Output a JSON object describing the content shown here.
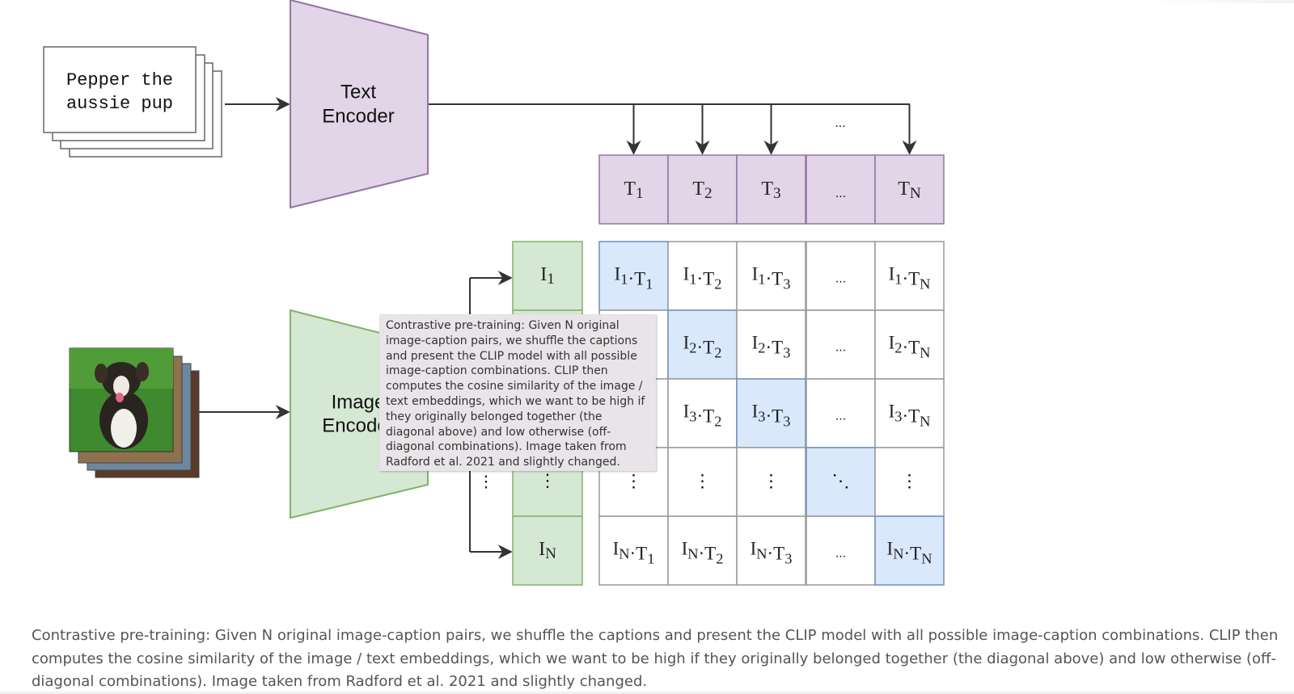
{
  "caption_text_stack": [
    "Pepper the",
    "aussie pup"
  ],
  "text_encoder_label": [
    "Text",
    "Encoder"
  ],
  "image_encoder_label": [
    "Image",
    "Encoder"
  ],
  "text_ellipsis": "...",
  "text_tokens": [
    {
      "base": "T",
      "sub": "1"
    },
    {
      "base": "T",
      "sub": "2"
    },
    {
      "base": "T",
      "sub": "3"
    },
    {
      "base": "...",
      "sub": ""
    },
    {
      "base": "T",
      "sub": "N"
    }
  ],
  "image_tokens": [
    {
      "base": "I",
      "sub": "1"
    },
    {
      "base": "I",
      "sub": "2"
    },
    {
      "base": "I",
      "sub": "3"
    },
    {
      "base": "⋮",
      "sub": ""
    },
    {
      "base": "I",
      "sub": "N"
    }
  ],
  "matrix_row_subs": [
    "1",
    "2",
    "3",
    "",
    "N"
  ],
  "matrix_col_subs": [
    "1",
    "2",
    "3",
    "",
    "N"
  ],
  "vdots": "⋮",
  "ddots": "⋱",
  "colors": {
    "text_encoder_fill": "#e1d5e7",
    "text_encoder_stroke": "#9673a6",
    "image_encoder_fill": "#d5e8d4",
    "image_encoder_stroke": "#82b366",
    "diagonal_fill": "#dae8fc",
    "diagonal_stroke": "#6c8ebf",
    "grid_stroke": "#999999"
  },
  "tooltip": "Contrastive pre-training: Given N original image-caption pairs, we shuffle the captions and present the CLIP model with all possible image-caption combinations. CLIP then computes the cosine similarity of the image / text embeddings, which we want to be high if they originally belonged together (the diagonal above) and low otherwise (off-diagonal combinations). Image taken from Radford et al. 2021 and slightly changed.",
  "caption": "Contrastive pre-training: Given N original image-caption pairs, we shuffle the captions and present the CLIP model with all possible image-caption combinations. CLIP then computes the cosine similarity of the image / text embeddings, which we want to be high if they originally belonged together (the diagonal above) and low otherwise (off-diagonal combinations). Image taken from Radford et al. 2021 and slightly changed."
}
